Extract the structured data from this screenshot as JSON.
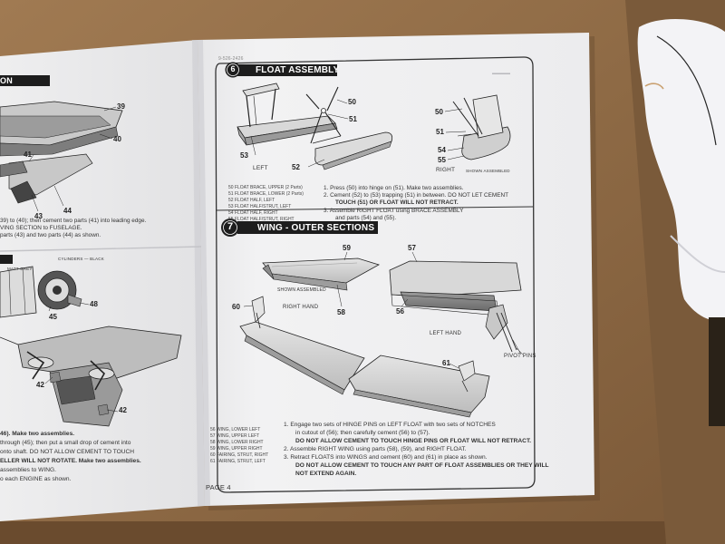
{
  "page": {
    "doc_code": "9-526-2426",
    "page_label": "PAGE 4"
  },
  "step6": {
    "number": "6",
    "title": "FLOAT ASSEMBLY",
    "labels": {
      "left": "LEFT",
      "right": "RIGHT",
      "shown_assembled": "SHOWN ASSEMBLED"
    },
    "parts": [
      "50",
      "51",
      "53",
      "52",
      "50",
      "51",
      "54",
      "55"
    ],
    "legend": [
      "50   FLOAT BRACE, UPPER (2 Parts)",
      "51   FLOAT BRACE, LOWER (2 Parts)",
      "52   FLOAT HALF, LEFT",
      "53   FLOAT HALF/STRUT, LEFT",
      "54   FLOAT HALF, RIGHT",
      "55   FLOAT HALF/STRUT, RIGHT"
    ],
    "instructions": [
      "1.   Press (50) into hinge on (51).  Make two assemblies.",
      "2.   Cement (52) to (53) trapping (51) in between.  DO NOT LET CEMENT",
      "TOUCH (51) OR FLOAT WILL NOT RETRACT.",
      "3.   Assemble RIGHT FLOAT using BRACE ASSEMBLY",
      "and parts (54) and (55)."
    ]
  },
  "step7": {
    "number": "7",
    "title": "WING - OUTER SECTIONS",
    "labels": {
      "shown_assembled": "SHOWN ASSEMBLED",
      "right_hand": "RIGHT HAND",
      "left_hand": "LEFT HAND",
      "pivot_pins": "PIVOT PINS"
    },
    "parts": [
      "59",
      "57",
      "60",
      "58",
      "56",
      "61"
    ],
    "legend": [
      "56   WING, LOWER LEFT",
      "57   WING, UPPER LEFT",
      "58   WING, LOWER RIGHT",
      "59   WING, UPPER RIGHT",
      "60   FAIRING, STRUT, RIGHT",
      "61   FAIRING, STRUT, LEFT"
    ],
    "instructions": [
      "1.   Engage two sets of HINGE PINS on LEFT FLOAT with two sets of NOTCHES",
      "in cutout of (56); then carefully cement (56) to (57).",
      "DO NOT ALLOW CEMENT TO TOUCH HINGE PINS OR FLOAT WILL NOT RETRACT.",
      "2.   Assemble RIGHT WING using parts (58), (59), and RIGHT FLOAT.",
      "3.   Retract FLOATS into WINGS and cement (60) and (61) in place as shown.",
      "DO NOT ALLOW CEMENT TO TOUCH ANY PART OF FLOAT ASSEMBLIES OR THEY WILL",
      "NOT EXTEND AGAIN."
    ]
  },
  "left_page": {
    "header_fragment": "ON",
    "parts": [
      "39",
      "40",
      "41",
      "44",
      "43",
      "48",
      "45",
      "42",
      "42"
    ],
    "callouts": [
      "MATT GREY",
      "CYLINDERS — BLACK"
    ],
    "text": [
      "39) to (40); then cement two parts (41) into leading edge.",
      "VING SECTION to FUSELAGE.",
      "parts (43) and two parts (44) as shown."
    ],
    "bottom_text": [
      "46).  Make two assemblies.",
      "through (45); then put a small drop of cement into",
      "onto shaft.  DO NOT ALLOW CEMENT TO TOUCH",
      "ELLER WILL NOT ROTATE.  Make two assemblies.",
      "assemblies to WING.",
      "o each ENGINE as shown."
    ]
  }
}
